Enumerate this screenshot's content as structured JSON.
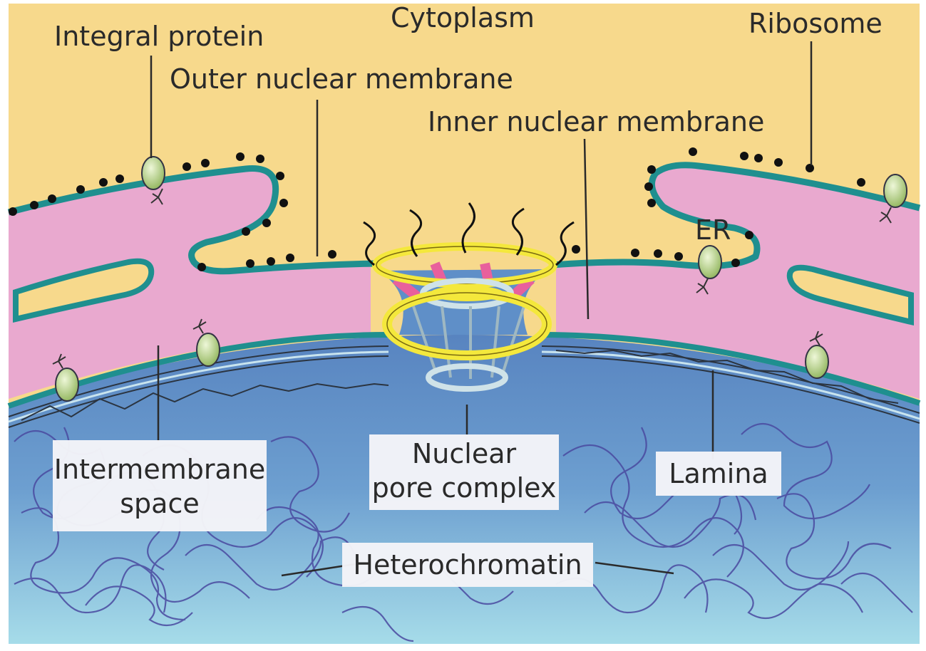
{
  "diagram": {
    "labels": {
      "cytoplasm": "Cytoplasm",
      "integral_protein": "Integral protein",
      "ribosome": "Ribosome",
      "outer_nuclear_membrane": "Outer nuclear membrane",
      "inner_nuclear_membrane": "Inner nuclear membrane",
      "er": "ER",
      "intermembrane_space_line1": "Intermembrane",
      "intermembrane_space_line2": "space",
      "nuclear_pore_line1": "Nuclear",
      "nuclear_pore_line2": "pore complex",
      "lamina": "Lamina",
      "heterochromatin": "Heterochromatin"
    },
    "colors": {
      "cytoplasm": "#f7d98c",
      "intermembrane": "#e9a9cf",
      "membrane": "#1f8f8f",
      "nucleoplasm": "#5f8fc8",
      "nucleoplasm_light": "#a9dde8",
      "chromatin": "#4a4aa0",
      "pore_ring": "#f4e83c",
      "ribosome": "#111111",
      "protein": "#b9d78a"
    }
  }
}
